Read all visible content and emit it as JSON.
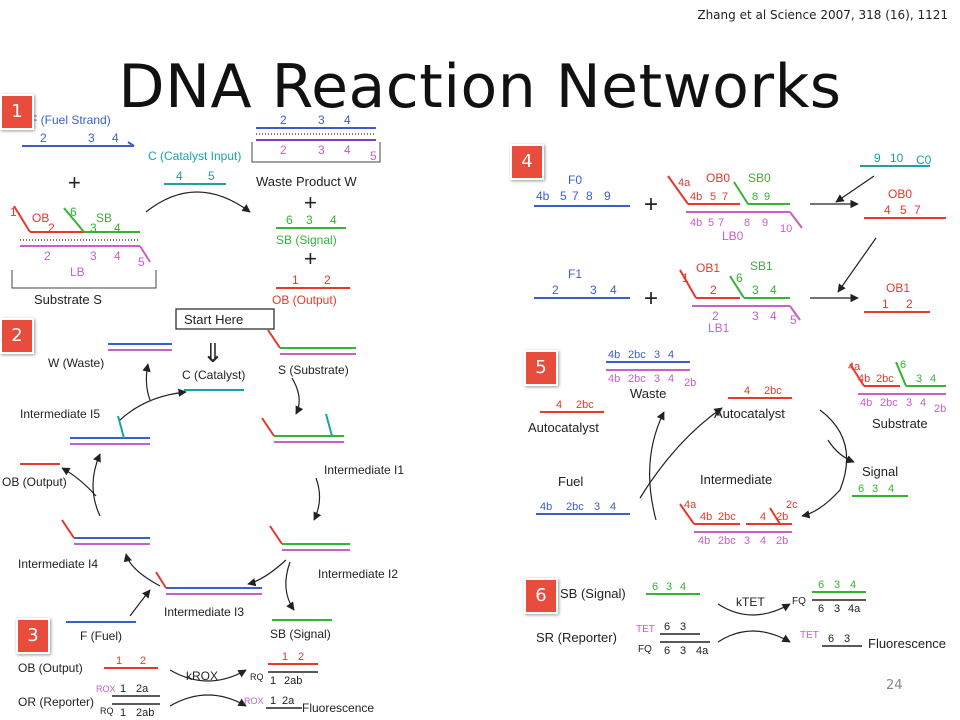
{
  "citation": "Zhang et al Science 2007, 318 (16), 1121",
  "title": "DNA Reaction Networks",
  "page_number": "24",
  "colors": {
    "fuel_blue": "#3a5fcd",
    "catalyst_teal": "#1aa3a3",
    "waste_purple": "#7a3fb8",
    "lb_pink": "#c760c7",
    "ob_red": "#e8372c",
    "sb_green": "#34b334",
    "badge": "#e74c3c"
  },
  "badges": [
    "1",
    "2",
    "3",
    "4",
    "5",
    "6"
  ],
  "panel1": {
    "fuel_label": "F (Fuel Strand)",
    "fuel_nums": [
      "2",
      "3",
      "4"
    ],
    "catalyst_label": "C (Catalyst Input)",
    "catalyst_nums": [
      "4",
      "5"
    ],
    "waste_nums_top": [
      "2",
      "3",
      "4"
    ],
    "waste_nums_bottom": [
      "2",
      "3",
      "4",
      "5"
    ],
    "waste_label": "Waste Product W",
    "plus": "+",
    "substrate_ob": "OB",
    "substrate_sb": "SB",
    "substrate_nums_top": [
      "1",
      "6",
      "2",
      "3",
      "4"
    ],
    "substrate_nums_bottom": [
      "2",
      "3",
      "4",
      "5"
    ],
    "substrate_lb": "LB",
    "substrate_label": "Substrate S",
    "signal_nums": [
      "6",
      "3",
      "4"
    ],
    "signal_label": "SB (Signal)",
    "output_nums": [
      "1",
      "2"
    ],
    "output_label": "OB (Output)"
  },
  "panel2": {
    "start_here": "Start Here",
    "arrow_down": "⇓",
    "w_label": "W (Waste)",
    "c_label": "C (Catalyst)",
    "s_label": "S (Substrate)",
    "i5_label": "Intermediate I5",
    "i1_label": "Intermediate I1",
    "i4_label": "Intermediate I4",
    "i2_label": "Intermediate I2",
    "i3_label": "Intermediate I3",
    "ob_output_label": "OB (Output)",
    "f_fuel_label": "F (Fuel)",
    "sb_signal_label": "SB (Signal)"
  },
  "panel3": {
    "ob_output_label": "OB (Output)",
    "or_reporter_label": "OR (Reporter)",
    "rate_label": "kROX",
    "rox": "ROX",
    "rq": "RQ",
    "fluorescence": "Fluorescence",
    "nums_top": [
      "1",
      "2"
    ],
    "nums_reporter": [
      "1",
      "2a",
      "1",
      "2ab"
    ],
    "nums_product": [
      "1",
      "2",
      "1",
      "2ab",
      "1",
      "2a"
    ]
  },
  "panel4": {
    "f0_label": "F0",
    "f0_nums": [
      "4b",
      "5",
      "7",
      "8",
      "9"
    ],
    "ob0_label": "OB0",
    "sb0_label": "SB0",
    "lb0_label": "LB0",
    "ob0_nums_top": [
      "4a",
      "4b",
      "5",
      "7",
      "8",
      "9"
    ],
    "ob0_nums_bottom": [
      "4b",
      "5",
      "7",
      "8",
      "9",
      "10"
    ],
    "c0_label": "C0",
    "c0_nums": [
      "9",
      "10"
    ],
    "ob0_out_label": "OB0",
    "ob0_out_nums": [
      "4",
      "5",
      "7"
    ],
    "f1_label": "F1",
    "f1_nums": [
      "2",
      "3",
      "4"
    ],
    "ob1_label": "OB1",
    "sb1_label": "SB1",
    "lb1_label": "LB1",
    "ob1_nums_top": [
      "1",
      "6",
      "2",
      "3",
      "4"
    ],
    "ob1_nums_bottom": [
      "2",
      "3",
      "4",
      "5"
    ],
    "ob1_out_label": "OB1",
    "ob1_out_nums": [
      "1",
      "2"
    ],
    "plus": "+"
  },
  "panel5": {
    "waste_label": "Waste",
    "waste_nums_top": [
      "4b",
      "2bc",
      "3",
      "4"
    ],
    "waste_nums_bottom": [
      "4b",
      "2bc",
      "3",
      "4",
      "2b"
    ],
    "autocatalyst_left": "Autocatalyst",
    "autocatalyst_left_nums": [
      "4",
      "2bc"
    ],
    "autocatalyst_center": "Autocatalyst",
    "autocatalyst_center_nums": [
      "4",
      "2bc"
    ],
    "substrate_label": "Substrate",
    "substrate_nums_top": [
      "4a",
      "6",
      "4b",
      "2bc",
      "3",
      "4"
    ],
    "substrate_nums_bottom": [
      "4b",
      "2bc",
      "3",
      "4",
      "2b"
    ],
    "fuel_label": "Fuel",
    "fuel_nums": [
      "4b",
      "2bc",
      "3",
      "4"
    ],
    "intermediate_label": "Intermediate",
    "intermediate_nums_top": [
      "4a",
      "2c",
      "4b",
      "2bc",
      "4",
      "2b"
    ],
    "intermediate_nums_bottom": [
      "4b",
      "2bc",
      "3",
      "4",
      "2b"
    ],
    "signal_label": "Signal",
    "signal_nums": [
      "6",
      "3",
      "4"
    ]
  },
  "panel6": {
    "sb_signal_label": "SB (Signal)",
    "sb_nums": [
      "6",
      "3",
      "4"
    ],
    "sr_reporter_label": "SR (Reporter)",
    "tet": "TET",
    "fq": "FQ",
    "rate_label": "kTET",
    "reporter_nums": [
      "6",
      "3",
      "6",
      "3",
      "4a"
    ],
    "product_nums": [
      "6",
      "3",
      "4",
      "6",
      "3",
      "4a"
    ],
    "product_tet_nums": [
      "6",
      "3"
    ],
    "fluorescence": "Fluorescence"
  }
}
